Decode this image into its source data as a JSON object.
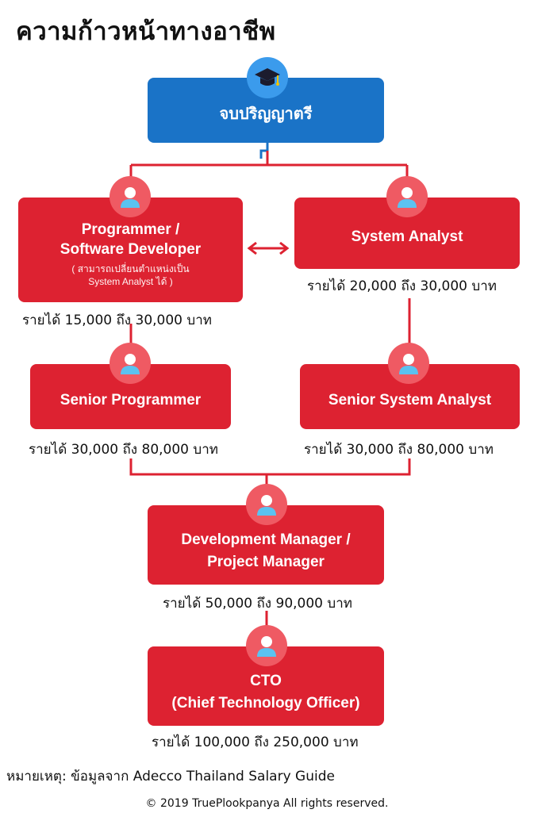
{
  "title": "ความก้าวหน้าทางอาชีพ",
  "colors": {
    "box_red": "#dd2231",
    "box_blue": "#1a73c7",
    "badge_red": "#ef5a63",
    "badge_blue": "#3b9bec",
    "connector": "#dd2231"
  },
  "icons": {
    "graduate": "graduation-cap-icon",
    "person": "person-icon",
    "arrow": "double-arrow-icon"
  },
  "nodes": {
    "degree": {
      "label": "จบปริญญาตรี"
    },
    "programmer": {
      "line1": "Programmer /",
      "line2": "Software Developer",
      "note1": "( สามารถเปลี่ยนตำแหน่งเป็น",
      "note2": "System Analyst ได้ )",
      "salary": "รายได้ 15,000 ถึง 30,000 บาท"
    },
    "analyst": {
      "label": "System Analyst",
      "salary": "รายได้ 20,000 ถึง 30,000 บาท"
    },
    "senior_programmer": {
      "label": "Senior Programmer",
      "salary": "รายได้ 30,000 ถึง 80,000 บาท"
    },
    "senior_analyst": {
      "label": "Senior System Analyst",
      "salary": "รายได้ 30,000 ถึง 80,000 บาท"
    },
    "manager": {
      "line1": "Development Manager /",
      "line2": "Project Manager",
      "salary": "รายได้ 50,000 ถึง 90,000 บาท"
    },
    "cto": {
      "line1": "CTO",
      "line2": "(Chief Technology Officer)",
      "salary": "รายได้ 100,000 ถึง 250,000 บาท"
    }
  },
  "footnote": "หมายเหตุ: ข้อมูลจาก Adecco Thailand Salary Guide",
  "copyright": "© 2019 TruePlookpanya All rights reserved."
}
